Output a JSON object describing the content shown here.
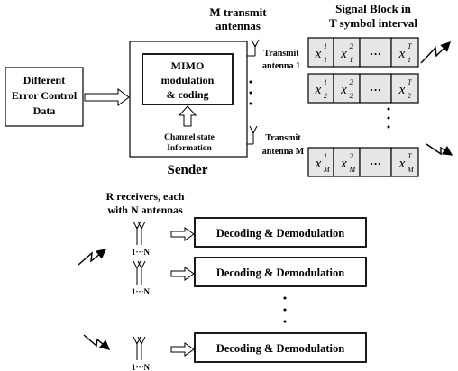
{
  "header": {
    "m_transmit_line1": "M transmit",
    "m_transmit_line2": "antennas",
    "signal_block_line1": "Signal Block in",
    "signal_block_line2": "T symbol interval"
  },
  "input_box": {
    "line1": "Different",
    "line2": "Error Control",
    "line3": "Data"
  },
  "sender": {
    "label": "Sender",
    "mimo_line1": "MIMO",
    "mimo_line2": "modulation",
    "mimo_line3": "& coding",
    "csi_line1": "Channel state",
    "csi_line2": "Information"
  },
  "transmit_antennas": [
    {
      "line1": "Transmit",
      "line2": "antenna 1"
    },
    {
      "line1": "Transmit",
      "line2": "antenna M"
    }
  ],
  "signal_rows": [
    {
      "cells": [
        {
          "base": "x",
          "sup": "1",
          "sub": "1"
        },
        {
          "base": "x",
          "sup": "2",
          "sub": "1"
        },
        {
          "base": "···",
          "sup": "",
          "sub": ""
        },
        {
          "base": "x",
          "sup": "T",
          "sub": "1"
        }
      ]
    },
    {
      "cells": [
        {
          "base": "x",
          "sup": "1",
          "sub": "2"
        },
        {
          "base": "x",
          "sup": "2",
          "sub": "2"
        },
        {
          "base": "···",
          "sup": "",
          "sub": ""
        },
        {
          "base": "x",
          "sup": "T",
          "sub": "2"
        }
      ]
    },
    {
      "cells": [
        {
          "base": "x",
          "sup": "1",
          "sub": "M"
        },
        {
          "base": "x",
          "sup": "2",
          "sub": "M"
        },
        {
          "base": "···",
          "sup": "",
          "sub": ""
        },
        {
          "base": "x",
          "sup": "T",
          "sub": "M"
        }
      ]
    }
  ],
  "receivers": {
    "title_line1": "R receivers, each",
    "title_line2": "with N antennas",
    "antenna_label": "1···N",
    "decode_label": "Decoding & Demodulation"
  }
}
